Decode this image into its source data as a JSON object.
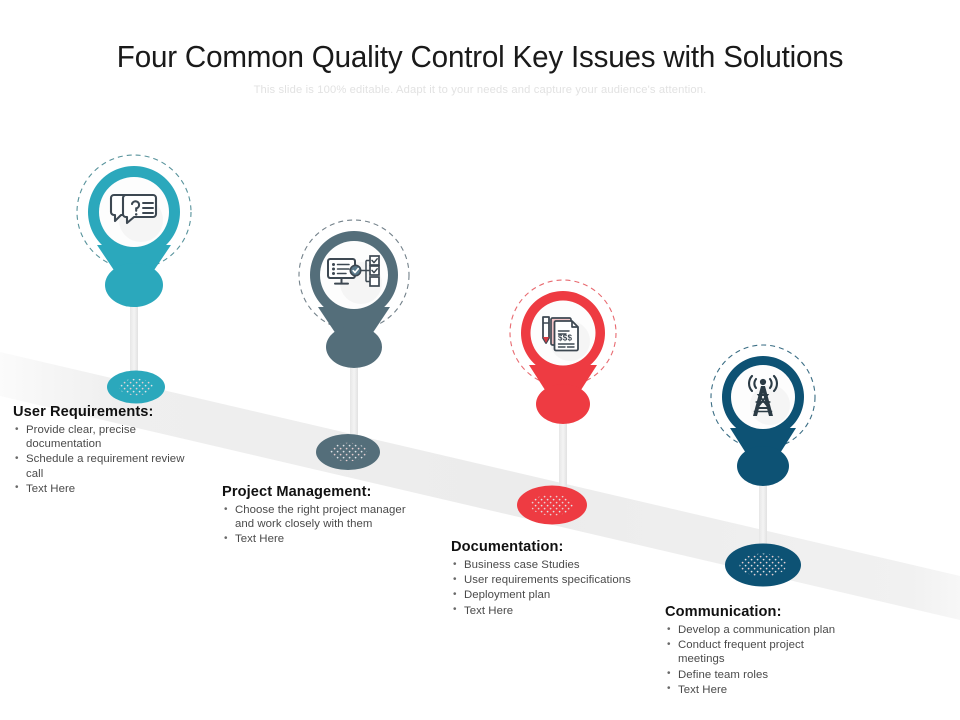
{
  "slide": {
    "title": "Four Common Quality Control Key Issues with Solutions",
    "subtitle": "This slide is 100% editable. Adapt it to your needs and capture your audience's attention.",
    "background_color": "#ffffff",
    "road_color": "#efefef"
  },
  "steps": [
    {
      "id": "user-requirements",
      "heading": "User Requirements:",
      "color": "#2BA8BC",
      "icon": "chat-question-icon",
      "bullets": [
        "Provide clear, precise documentation",
        "Schedule a requirement review call",
        "Text Here"
      ]
    },
    {
      "id": "project-management",
      "heading": "Project Management:",
      "color": "#546E7A",
      "icon": "monitor-checklist-icon",
      "bullets": [
        "Choose the right project manager and work closely with them",
        "Text Here"
      ]
    },
    {
      "id": "documentation",
      "heading": "Documentation:",
      "color": "#EE3B42",
      "icon": "invoice-pen-icon",
      "bullets": [
        "Business case Studies",
        "User requirements specifications",
        "Deployment plan",
        "Text Here"
      ]
    },
    {
      "id": "communication",
      "heading": "Communication:",
      "color": "#0D5274",
      "icon": "radio-tower-icon",
      "bullets": [
        "Develop a communication plan",
        "Conduct frequent project meetings",
        "Define team roles",
        "Text Here"
      ]
    }
  ]
}
